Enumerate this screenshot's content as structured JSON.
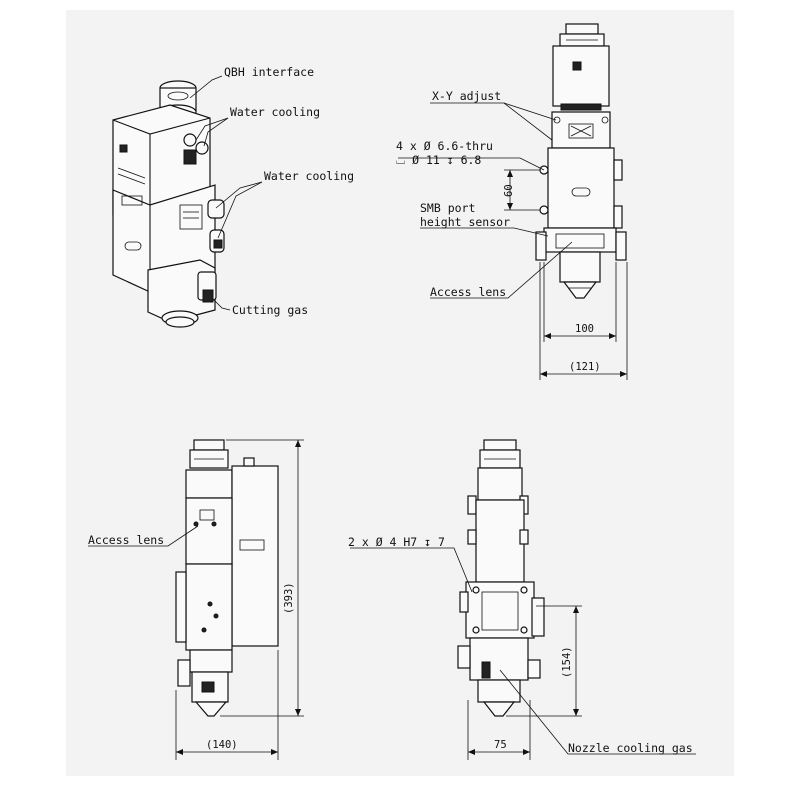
{
  "labels": {
    "qbh": "QBH interface",
    "water1": "Water cooling",
    "water2": "Water cooling",
    "cutting_gas": "Cutting gas",
    "xy_adjust": "X-Y adjust",
    "holes_a": "4 x Ø 6.6-thru",
    "holes_b": "⌴ Ø 11 ↧ 6.8",
    "smb1": "SMB port",
    "smb2": "height sensor",
    "access_lens_1": "Access lens",
    "access_lens_2": "Access lens",
    "pins": "2 x Ø 4  H7 ↧ 7",
    "nozzle": "Nozzle cooling gas"
  },
  "dimensions": {
    "d60": "60",
    "d100": "100",
    "d121": "(121)",
    "d393": "(393)",
    "d140": "(140)",
    "d154": "(154)",
    "d75": "75"
  }
}
